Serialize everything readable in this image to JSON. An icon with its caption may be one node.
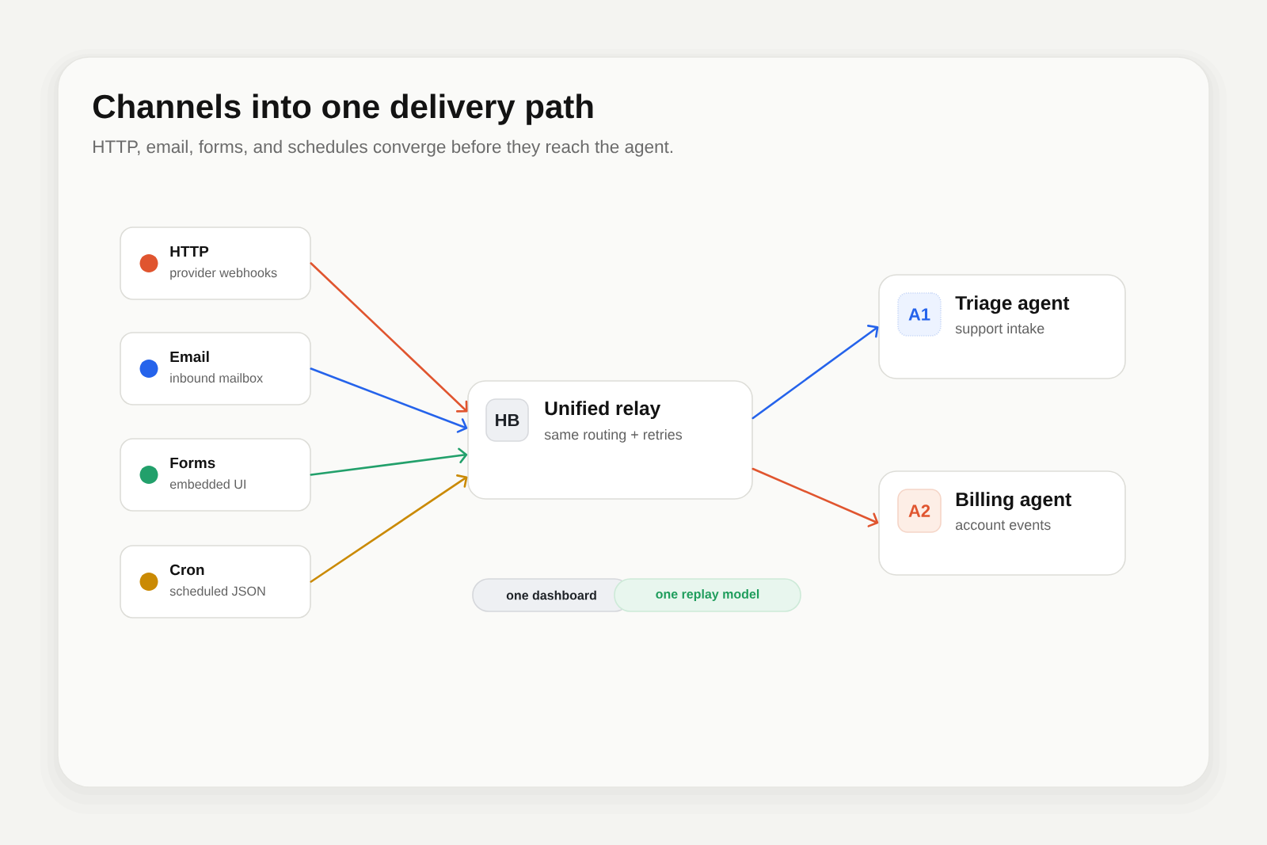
{
  "diagram": {
    "title": "Channels into one delivery path",
    "caption": "HTTP, email, forms, and schedules converge before they reach the agent.",
    "nodes": [
      {
        "text": [
          "HTTP",
          "provider webhooks"
        ]
      },
      {
        "text": [
          "Email",
          "inbound mailbox"
        ]
      },
      {
        "text": [
          "Forms",
          "embedded UI"
        ]
      },
      {
        "text": [
          "Cron",
          "scheduled JSON"
        ]
      },
      {
        "text": [
          "Unified relay",
          "same routing + retries"
        ]
      },
      {
        "text": [
          "HB"
        ],
        "in": 4
      },
      {
        "text": [
          "Triage agent",
          "support intake"
        ]
      },
      {
        "text": [
          "A1"
        ],
        "in": 6
      },
      {
        "text": [
          "Billing agent",
          "account events"
        ]
      },
      {
        "text": [
          "A2"
        ],
        "in": 8
      },
      {
        "text": [
          "one dashboard"
        ]
      },
      {
        "text": [
          "one replay model"
        ]
      }
    ],
    "edges": [
      {
        "from": 0,
        "to": 4,
        "arrow": "to",
        "color": "#e0552f"
      },
      {
        "from": 1,
        "to": 4,
        "arrow": "to",
        "color": "#2563eb"
      },
      {
        "from": 2,
        "to": 4,
        "arrow": "to",
        "color": "#22a06b"
      },
      {
        "from": 3,
        "to": 4,
        "arrow": "to",
        "color": "#ca8a04"
      },
      {
        "from": 4,
        "to": 6,
        "arrow": "to",
        "color": "#2563eb"
      },
      {
        "from": 4,
        "to": 8,
        "arrow": "to",
        "color": "#e0552f"
      }
    ]
  }
}
